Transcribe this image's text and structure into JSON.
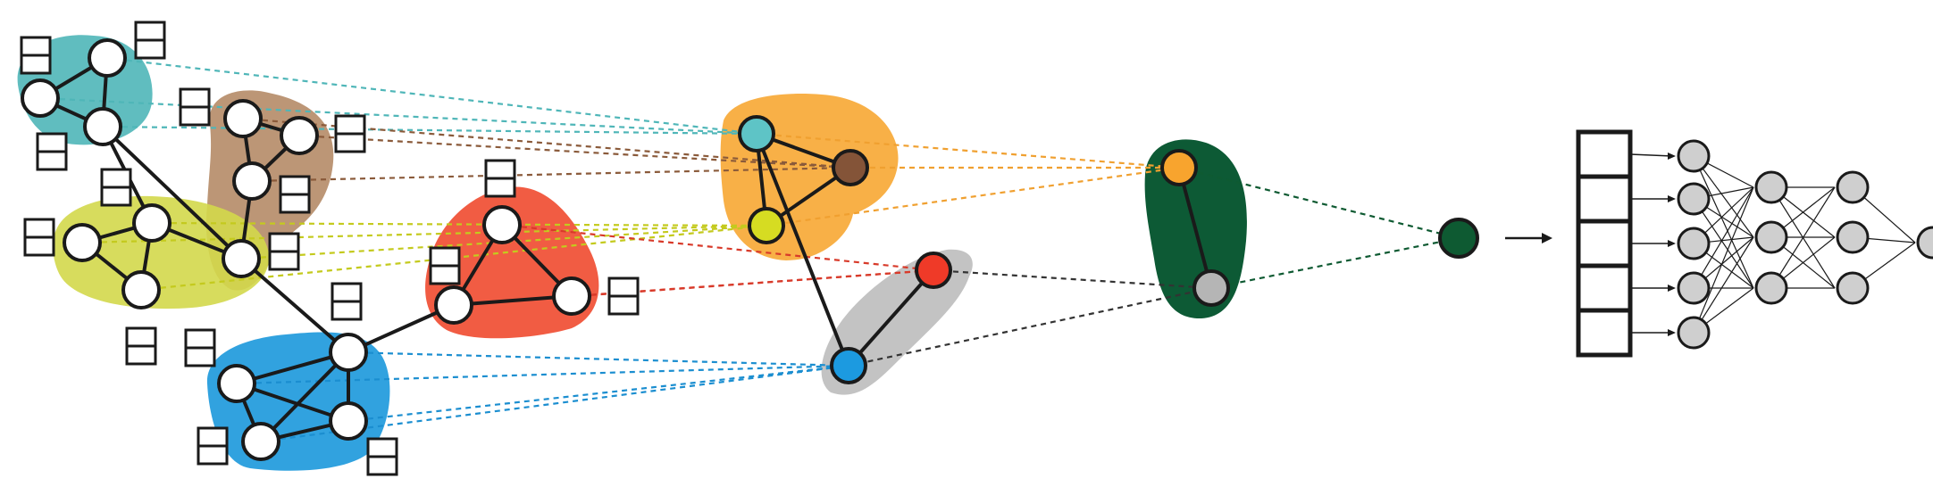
{
  "figure": {
    "background": "#ffffff",
    "description_hidden": ""
  },
  "stages": [
    {
      "id": "input-graph",
      "kind": "graph"
    },
    {
      "id": "pooled-graph-1",
      "kind": "graph"
    },
    {
      "id": "pooled-graph-2",
      "kind": "graph"
    },
    {
      "id": "graph-embedding",
      "kind": "node"
    },
    {
      "id": "arrow",
      "kind": "arrow"
    },
    {
      "id": "feature-vector",
      "kind": "vector",
      "cells": 5
    },
    {
      "id": "mlp",
      "kind": "network",
      "layers": [
        5,
        3,
        3,
        1
      ]
    }
  ],
  "clusters": {
    "teal": {
      "color": "#4fb6b8"
    },
    "brown": {
      "color": "#b58b67"
    },
    "yellow": {
      "color": "#d3d84b"
    },
    "red": {
      "color": "#ef4a2f"
    },
    "blue": {
      "color": "#1b98dc"
    },
    "orange": {
      "color": "#f7a733"
    },
    "gray": {
      "color": "#bdbdbd"
    },
    "green": {
      "color": "#0d5a35"
    }
  },
  "pooled_nodes": {
    "teal": {
      "fill": "#5ec4c6"
    },
    "brown": {
      "fill": "#845438"
    },
    "yellow": {
      "fill": "#d6dc22"
    },
    "red": {
      "fill": "#ef3a28"
    },
    "blue": {
      "fill": "#1c9ae0"
    },
    "orange": {
      "fill": "#f8a42e"
    },
    "gray": {
      "fill": "#b5b5b5"
    },
    "final": {
      "fill": "#0e5a32"
    }
  },
  "mlp_node_fill": "#cfcfcf",
  "edge_color": "#1a1a1a"
}
